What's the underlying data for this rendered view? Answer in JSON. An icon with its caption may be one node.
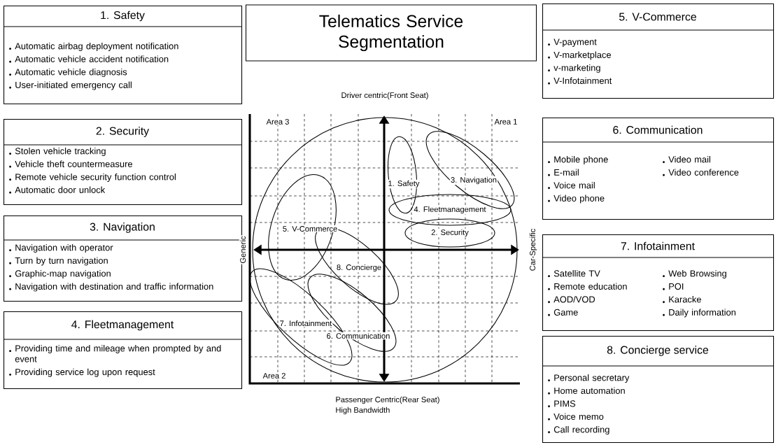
{
  "diagram": {
    "title": "Telematics Service Segmentation",
    "nodes": [
      {
        "text": [
          "1. Safety",
          "Automatic airbag deployment notification",
          "Automatic vehicle accident notification",
          "Automatic vehicle diagnosis",
          "User-initiated emergency call"
        ]
      },
      {
        "text": [
          "2. Security",
          "Stolen vehicle tracking",
          "Vehicle theft countermeasure",
          "Remote vehicle security function control",
          "Automatic door unlock"
        ]
      },
      {
        "text": [
          "3. Navigation",
          "Navigation with operator",
          "Turn by turn navigation",
          "Graphic-map navigation",
          "Navigation with destination and traffic information"
        ]
      },
      {
        "text": [
          "4. Fleetmanagement",
          "Providing time and mileage when prompted by and event",
          "Providing service log upon request"
        ]
      },
      {
        "text": [
          "5. V-Commerce",
          "V-payment",
          "V-marketplace",
          "v-marketing",
          "V-Infotainment"
        ]
      },
      {
        "text": [
          "6. Communication",
          "Mobile phone",
          "E-mail",
          "Voice mail",
          "Video phone",
          "Video mail",
          "Video conference"
        ]
      },
      {
        "text": [
          "7. Infotainment",
          "Satellite TV",
          "Remote education",
          "AOD/VOD",
          "Game",
          "Web Browsing",
          "POI",
          "Karacke",
          "Daily information"
        ]
      },
      {
        "text": [
          "8. Concierge service",
          "Personal secretary",
          "Home automation",
          "PIMS",
          "Voice memo",
          "Call recording"
        ]
      },
      {
        "text": [
          "1. Safety"
        ]
      },
      {
        "text": [
          "2. Security"
        ]
      },
      {
        "text": [
          "3. Navigation"
        ]
      },
      {
        "text": [
          "4. Fleetmanagement"
        ]
      },
      {
        "text": [
          "5. V-Commerce"
        ]
      },
      {
        "text": [
          "6. Communication"
        ]
      },
      {
        "text": [
          "7. Infotainment"
        ]
      },
      {
        "text": [
          "8. Concierge"
        ]
      }
    ],
    "labels": [
      "Driver centric(Front Seat)",
      "Area 3",
      "Area 1",
      "Generic",
      "Car-Specific",
      "Area 2",
      "Passenger Centric(Rear Seat)",
      "High Bandwidth"
    ]
  }
}
